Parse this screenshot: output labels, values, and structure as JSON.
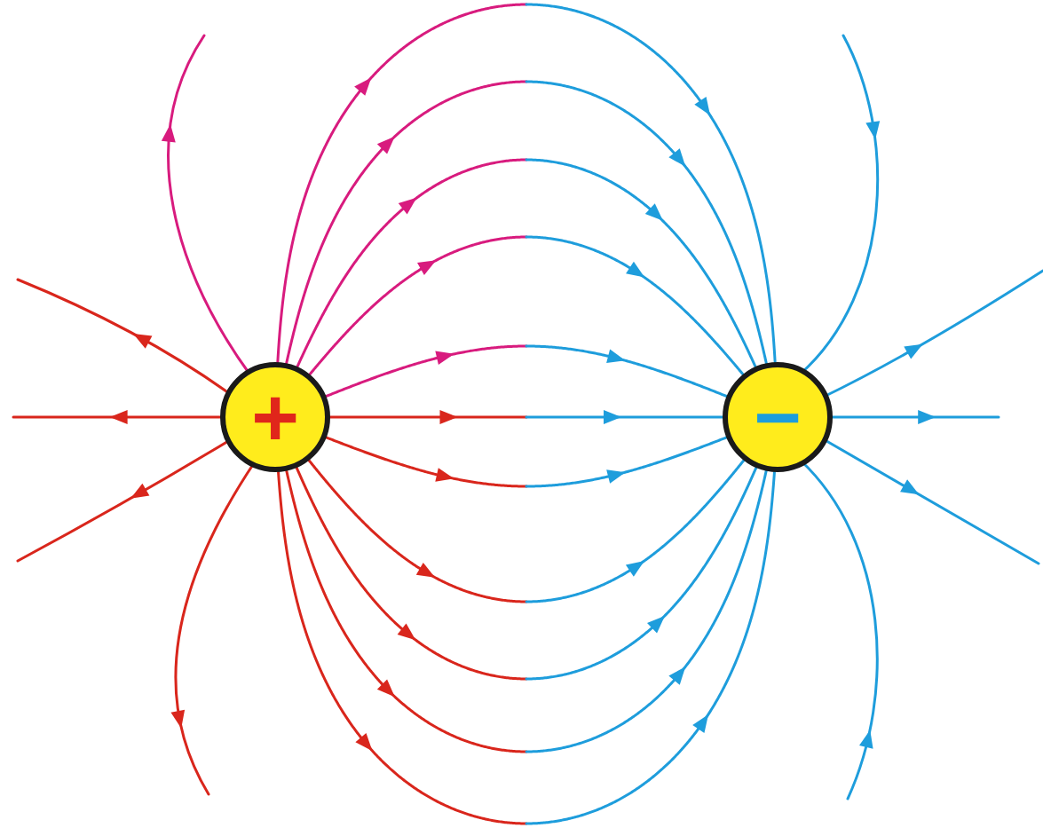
{
  "diagram": {
    "nodes": [
      {
        "text": [
          "+"
        ]
      },
      {
        "text": [
          "−"
        ]
      }
    ],
    "edges": [
      {
        "from": 0,
        "to": 1,
        "arrow": "to"
      },
      {
        "from": 0,
        "to": 1,
        "arrow": "to"
      },
      {
        "from": 0,
        "to": 1,
        "arrow": "to"
      },
      {
        "from": 0,
        "to": 1,
        "arrow": "to"
      },
      {
        "from": 0,
        "to": 1,
        "arrow": "to"
      },
      {
        "from": 0,
        "to": 1,
        "arrow": "to"
      },
      {
        "from": 0,
        "to": 1,
        "arrow": "to"
      },
      {
        "from": 0,
        "to": 1,
        "arrow": "to"
      },
      {
        "from": 0,
        "to": 1,
        "arrow": "to"
      },
      {
        "from": 0,
        "to": 1,
        "arrow": "to"
      },
      {
        "from": 0,
        "to": 1,
        "arrow": "to"
      }
    ]
  }
}
